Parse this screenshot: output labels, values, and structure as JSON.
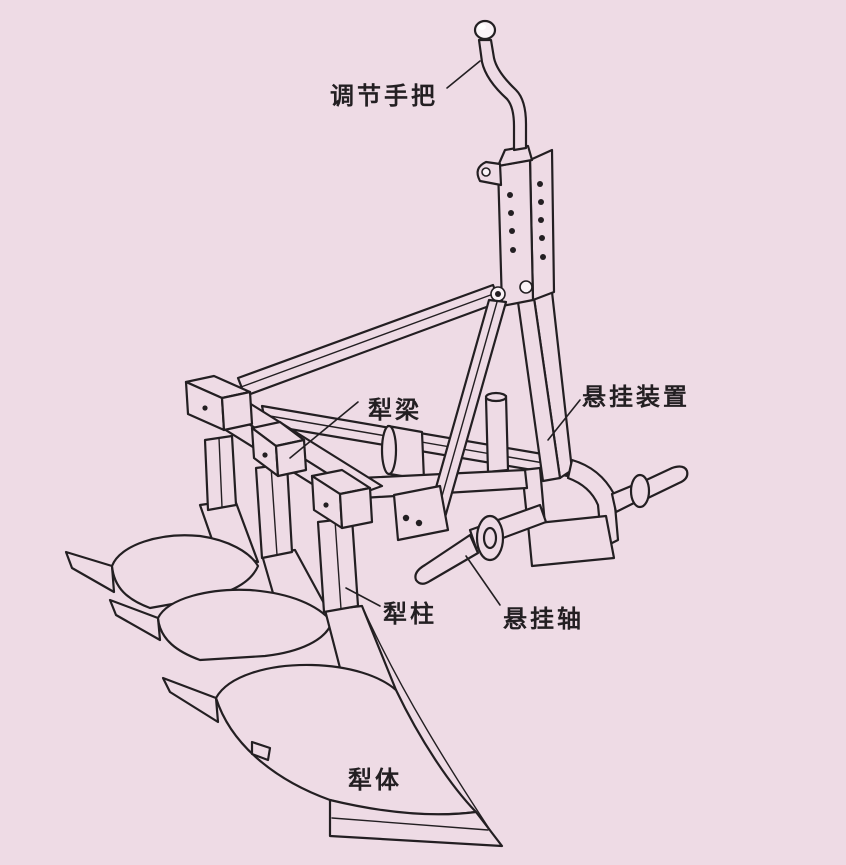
{
  "labels": {
    "adjust_handle": "调节手把",
    "plough_beam": "犁梁",
    "hitch_device": "悬挂装置",
    "plough_column": "犁柱",
    "hitch_shaft": "悬挂轴",
    "plough_body": "犁体"
  },
  "colors": {
    "background": "#eedbe5",
    "ink": "#231f22"
  }
}
